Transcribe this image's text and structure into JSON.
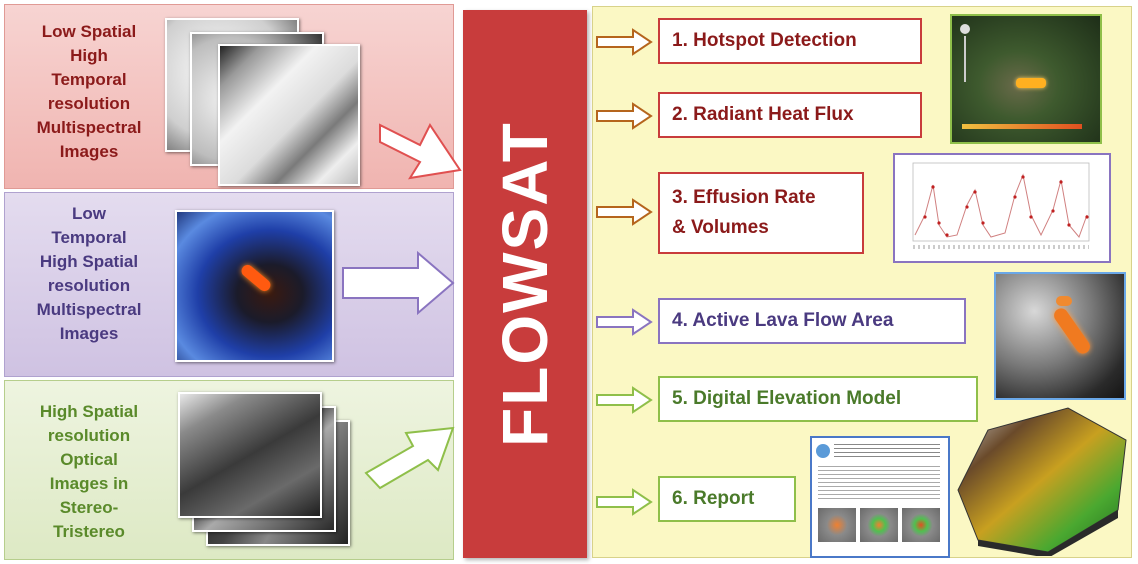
{
  "inputs": [
    {
      "label": "Low Spatial\nHigh\nTemporal\nresolution\nMultispectral\nImages",
      "color": "#8b1a1a"
    },
    {
      "label": "Low\nTemporal\nHigh Spatial\nresolution\nMultispectral\nImages",
      "color": "#4a3a80"
    },
    {
      "label": "High Spatial\nresolution\nOptical\nImages in\nStereo-\nTristereo",
      "color": "#5a8a2a"
    }
  ],
  "center_label": "FLOWSAT",
  "outputs": [
    {
      "label": "1. Hotspot  Detection",
      "color": "#8b1a1a"
    },
    {
      "label": "2. Radiant Heat Flux",
      "color": "#8b1a1a"
    },
    {
      "label": "3. Effusion Rate\n& Volumes",
      "color": "#8b1a1a"
    },
    {
      "label": "4. Active Lava Flow Area",
      "color": "#4a3a80"
    },
    {
      "label": "5. Digital Elevation Model",
      "color": "#5a8a2a"
    },
    {
      "label": "6. Report",
      "color": "#5a8a2a"
    }
  ]
}
